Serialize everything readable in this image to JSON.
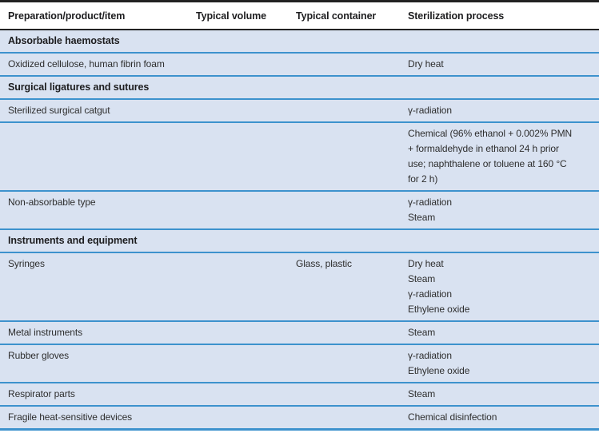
{
  "colors": {
    "row_background": "#d9e2f1",
    "separator_blue": "#3d92cd",
    "header_rule_dark": "#222222",
    "text": "#2e2e2e"
  },
  "header": {
    "columns": {
      "item": "Preparation/product/item",
      "volume": "Typical volume",
      "container": "Typical container",
      "process": "Sterilization process"
    }
  },
  "rows": [
    {
      "kind": "section",
      "label": "Absorbable haemostats"
    },
    {
      "kind": "data",
      "item": "Oxidized cellulose, human fibrin foam",
      "volume": "",
      "container": "",
      "process": "Dry heat"
    },
    {
      "kind": "section",
      "label": "Surgical ligatures and sutures"
    },
    {
      "kind": "data",
      "item": "Sterilized surgical catgut",
      "volume": "",
      "container": "",
      "process": "γ-radiation"
    },
    {
      "kind": "data",
      "item": "",
      "volume": "",
      "container": "",
      "process": "Chemical (96% ethanol + 0.002% PMN\n+ formaldehyde in ethanol 24 h prior\nuse; naphthalene or toluene at 160 °C\nfor 2 h)"
    },
    {
      "kind": "data",
      "item": "Non-absorbable type",
      "volume": "",
      "container": "",
      "process": "γ-radiation\nSteam"
    },
    {
      "kind": "section",
      "label": "Instruments and equipment"
    },
    {
      "kind": "data",
      "item": "Syringes",
      "volume": "",
      "container": "Glass, plastic",
      "process": "Dry heat\nSteam\nγ-radiation\nEthylene oxide"
    },
    {
      "kind": "data",
      "item": "Metal instruments",
      "volume": "",
      "container": "",
      "process": "Steam"
    },
    {
      "kind": "data",
      "item": "Rubber gloves",
      "volume": "",
      "container": "",
      "process": "γ-radiation\nEthylene oxide"
    },
    {
      "kind": "data",
      "item": "Respirator parts",
      "volume": "",
      "container": "",
      "process": "Steam"
    },
    {
      "kind": "data",
      "item": "Fragile heat-sensitive devices",
      "volume": "",
      "container": "",
      "process": "Chemical disinfection"
    }
  ]
}
